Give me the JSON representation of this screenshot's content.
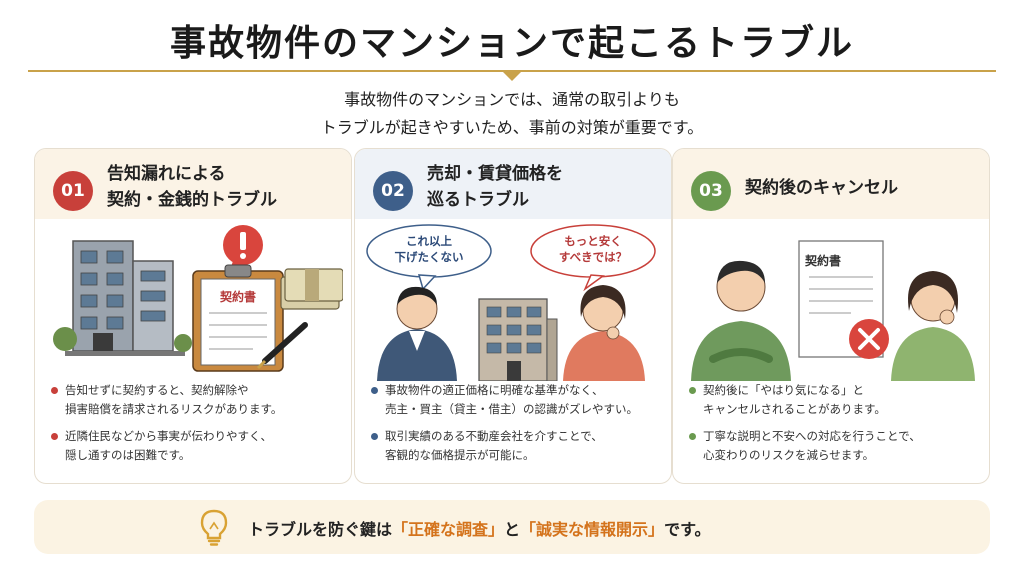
{
  "title": "事故物件のマンションで起こるトラブル",
  "intro": {
    "line1": "事故物件のマンションでは、通常の取引よりも",
    "line2": "トラブルが起きやすいため、事前の対策が重要です。"
  },
  "colors": {
    "accent_gold": "#c9a24a",
    "card1": "#c8403a",
    "card2": "#3e5f8a",
    "card3": "#6a9a4f",
    "highlight": "#d4731c"
  },
  "cards": [
    {
      "num": "01",
      "title_line1": "告知漏れによる",
      "title_line2": "契約・金銭的トラブル",
      "document_label": "契約書",
      "bullets": [
        "告知せずに契約すると、契約解除や\n損害賠償を請求されるリスクがあります。",
        "近隣住民などから事実が伝わりやすく、\n隠し通すのは困難です。"
      ]
    },
    {
      "num": "02",
      "title_line1": "売却・賃貸価格を",
      "title_line2": "巡るトラブル",
      "bubble_left_line1": "これ以上",
      "bubble_left_line2": "下げたくない",
      "bubble_right_line1": "もっと安く",
      "bubble_right_line2": "すべきでは？",
      "bullets": [
        "事故物件の適正価格に明確な基準がなく、\n売主・買主（貸主・借主）の認識がズレやすい。",
        "取引実績のある不動産会社を介すことで、\n客観的な価格提示が可能に。"
      ]
    },
    {
      "num": "03",
      "title_line1": "契約後のキャンセル",
      "document_label": "契約書",
      "bullets": [
        "契約後に「やはり気になる」と\nキャンセルされることがあります。",
        "丁寧な説明と不安への対応を行うことで、\n心変わりのリスクを減らせます。"
      ]
    }
  ],
  "footer": {
    "icon": "lightbulb-icon",
    "text_before": "トラブルを防ぐ鍵は",
    "highlight1": "「正確な調査」",
    "text_mid": "と",
    "highlight2": "「誠実な情報開示」",
    "text_after": "です。"
  }
}
